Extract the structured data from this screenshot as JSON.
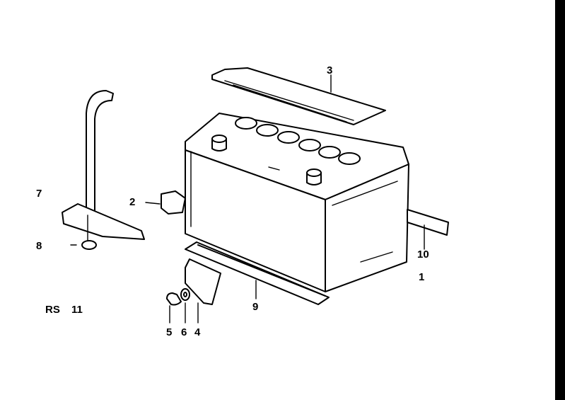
{
  "labels": {
    "l1": "1",
    "l2": "2",
    "l3": "3",
    "l4": "4",
    "l5": "5",
    "l6": "6",
    "l7": "7",
    "l8": "8",
    "l9": "9",
    "l10": "10",
    "code_prefix": "RS",
    "code_number": "11"
  }
}
